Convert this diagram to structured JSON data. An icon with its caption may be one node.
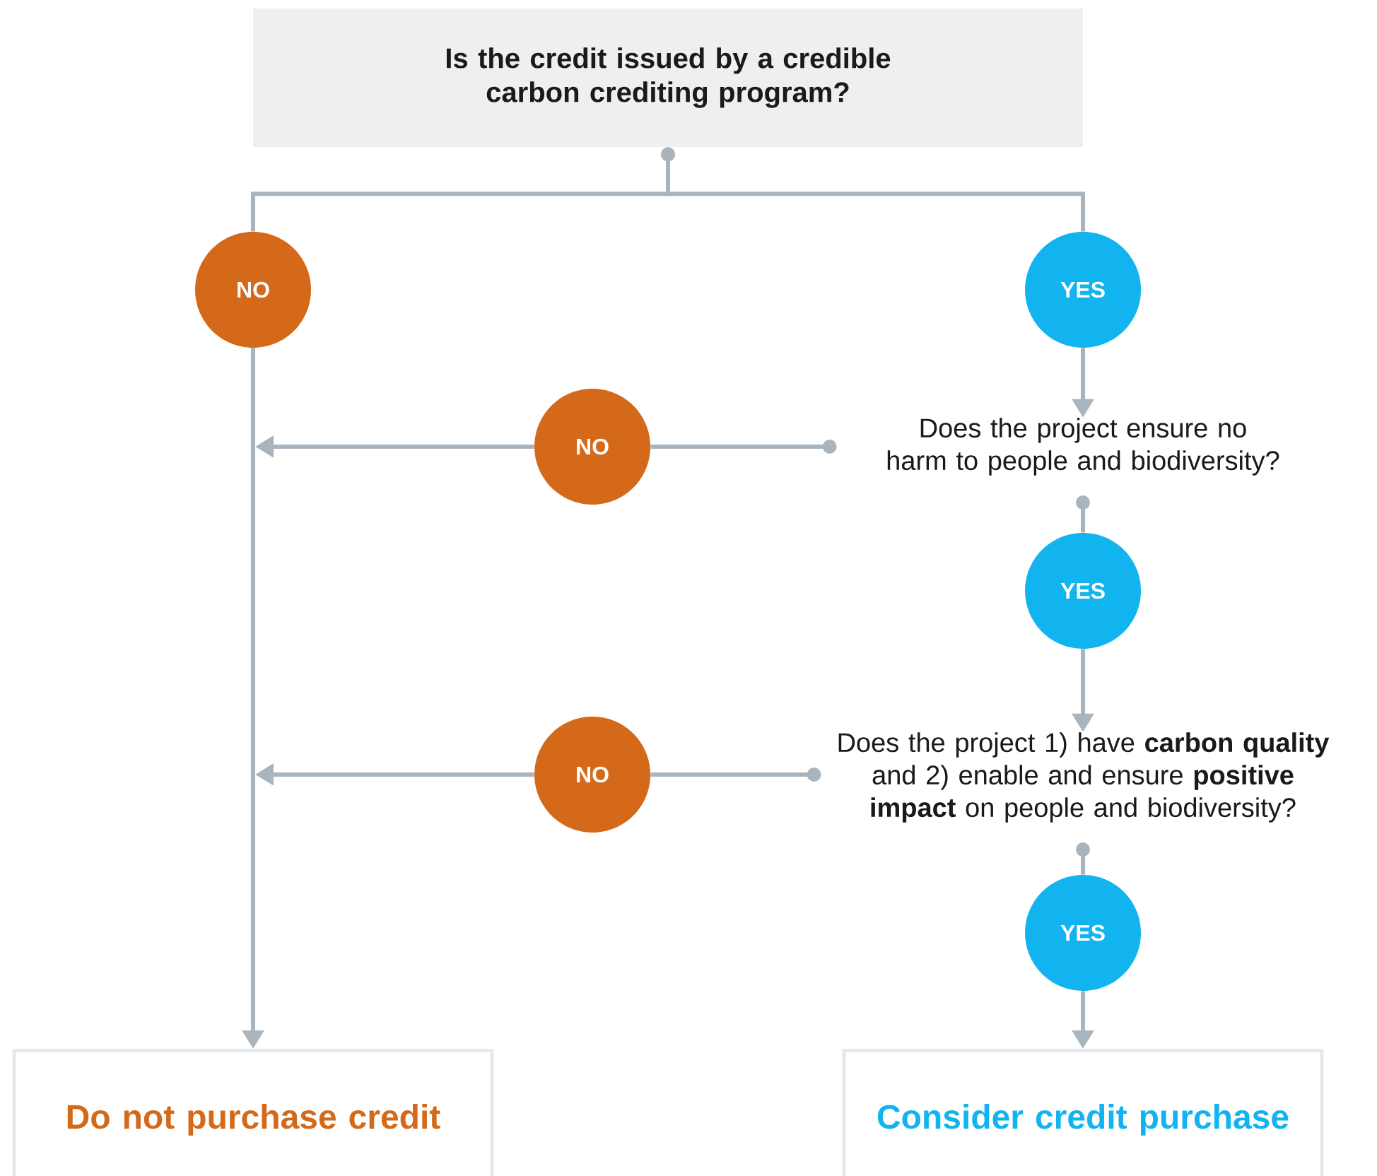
{
  "diagram": {
    "nodes": [
      {
        "text": [
          "Is the credit issued by a credible carbon crediting program?"
        ]
      },
      {
        "text": [
          "NO"
        ]
      },
      {
        "text": [
          "YES"
        ]
      },
      {
        "text": [
          "Does the project ensure no harm to people and biodiversity?"
        ]
      },
      {
        "text": [
          "NO"
        ]
      },
      {
        "text": [
          "YES"
        ]
      },
      {
        "text": [
          "Does the project 1) have **carbon quality** and 2) enable and ensure **positive impact** on people and biodiversity?"
        ]
      },
      {
        "text": [
          "NO"
        ]
      },
      {
        "text": [
          "YES"
        ]
      },
      {
        "text": [
          "Do not purchase credit"
        ]
      },
      {
        "text": [
          "Consider credit purchase"
        ]
      }
    ],
    "edges": [
      {
        "from": 0,
        "to": 1,
        "arrow": "other"
      },
      {
        "from": 0,
        "to": 2,
        "arrow": "other"
      },
      {
        "from": 1,
        "to": 9,
        "arrow": "to"
      },
      {
        "from": 2,
        "to": 3,
        "arrow": "to"
      },
      {
        "from": 3,
        "to": 4,
        "arrow": "other"
      },
      {
        "from": 4,
        "to": null,
        "arrow": "to"
      },
      {
        "from": 3,
        "to": 5,
        "arrow": "other"
      },
      {
        "from": 5,
        "to": 6,
        "arrow": "to"
      },
      {
        "from": 6,
        "to": 7,
        "arrow": "other"
      },
      {
        "from": 7,
        "to": null,
        "arrow": "to"
      },
      {
        "from": 6,
        "to": 8,
        "arrow": "other"
      },
      {
        "from": 8,
        "to": 10,
        "arrow": "to"
      }
    ]
  }
}
